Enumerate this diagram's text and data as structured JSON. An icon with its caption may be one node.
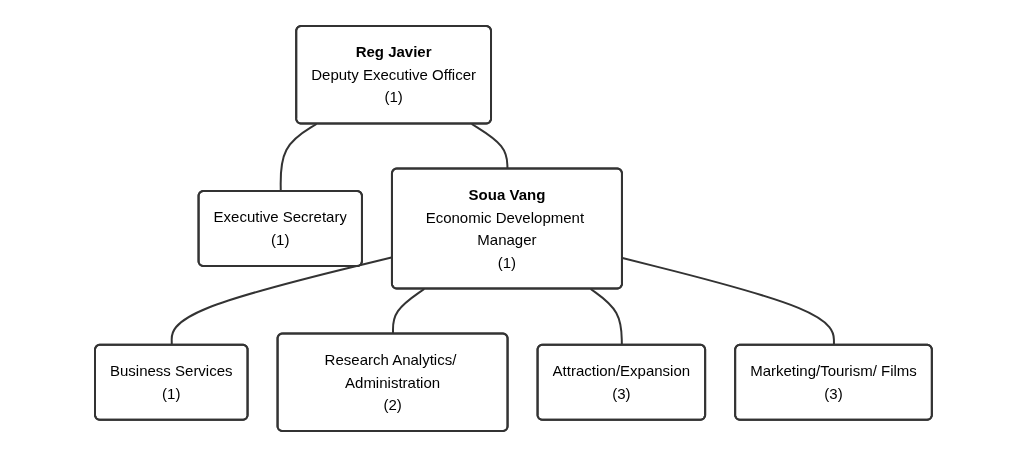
{
  "diagram": {
    "nodes": [
      {
        "text": [
          "Reg Javier",
          "Deputy Executive Officer",
          "(1)"
        ]
      },
      {
        "text": [
          "Executive Secretary",
          "(1)"
        ]
      },
      {
        "text": [
          "Soua Vang",
          "Economic Development Manager",
          "(1)"
        ]
      },
      {
        "text": [
          "Business Services",
          "(1)"
        ]
      },
      {
        "text": [
          "Research Analytics/ Administration",
          "(2)"
        ]
      },
      {
        "text": [
          "Attraction/Expansion",
          "(3)"
        ]
      },
      {
        "text": [
          "Marketing/Tourism/ Films",
          "(3)"
        ]
      }
    ],
    "edges": [
      {
        "from": 0,
        "to": 2,
        "arrow": "none"
      },
      {
        "from": 0,
        "to": 1,
        "arrow": "none"
      },
      {
        "from": 2,
        "to": 3,
        "arrow": "none"
      },
      {
        "from": 2,
        "to": 4,
        "arrow": "none"
      },
      {
        "from": 2,
        "to": 5,
        "arrow": "none"
      },
      {
        "from": 2,
        "to": 6,
        "arrow": "none"
      }
    ]
  }
}
